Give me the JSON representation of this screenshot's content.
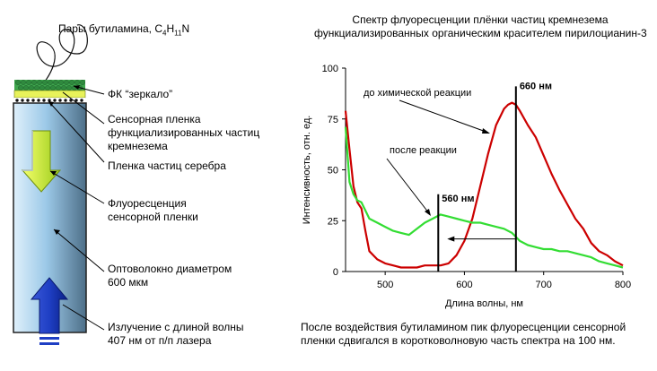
{
  "left_panel": {
    "vapor_label_prefix": "Пары бутиламина,  C",
    "vapor_sub1": "4",
    "vapor_mid": "H",
    "vapor_sub2": "11",
    "vapor_suffix": "N",
    "mirror_label": "ФК “зеркало”",
    "sensor_film_label": [
      "Сенсорная пленка",
      "функциализированных  частиц",
      "кремнезема"
    ],
    "silver_label": "Пленка частиц серебра",
    "fluorescence_label": [
      "Флуоресценция",
      "сенсорной пленки"
    ],
    "fiber_label": [
      "Оптоволокно диаметром",
      "600 мкм"
    ],
    "laser_label": [
      "Излучение с длиной волны",
      "407 нм от п/п лазера"
    ]
  },
  "chart_data": {
    "type": "line",
    "title": [
      "Спектр флуоресценции  плёнки частиц кремнезема",
      "функциализированных  органическим  красителем пирилоцианин-3"
    ],
    "xlabel": "Длина волны, нм",
    "ylabel": "Интенсивность,  отн. ед.",
    "xlim": [
      450,
      800
    ],
    "ylim": [
      0,
      100
    ],
    "x_ticks": [
      "500",
      "600",
      "700",
      "800"
    ],
    "y_ticks": [
      "0",
      "25",
      "50",
      "75",
      "100"
    ],
    "series": [
      {
        "color": "#cc0000",
        "x": [
          450,
          455,
          460,
          465,
          470,
          475,
          480,
          490,
          500,
          510,
          520,
          530,
          540,
          550,
          560,
          570,
          580,
          590,
          600,
          610,
          620,
          630,
          640,
          650,
          655,
          660,
          665,
          670,
          680,
          690,
          700,
          710,
          720,
          730,
          740,
          750,
          760,
          770,
          780,
          790,
          800
        ],
        "y": [
          79,
          60,
          42,
          34,
          31,
          20,
          10,
          6,
          4,
          3,
          2,
          2,
          2,
          3,
          3,
          3,
          4,
          8,
          15,
          26,
          42,
          58,
          72,
          80,
          82,
          83,
          82,
          79,
          72,
          66,
          57,
          48,
          40,
          33,
          26,
          21,
          14,
          10,
          8,
          5,
          3
        ]
      },
      {
        "color": "#33dd33",
        "x": [
          450,
          455,
          460,
          465,
          470,
          475,
          480,
          490,
          500,
          510,
          520,
          530,
          540,
          550,
          560,
          570,
          580,
          590,
          600,
          610,
          620,
          630,
          640,
          650,
          660,
          670,
          680,
          690,
          700,
          710,
          720,
          730,
          740,
          750,
          760,
          770,
          780,
          790,
          800
        ],
        "y": [
          71,
          44,
          38,
          35,
          34,
          30,
          26,
          24,
          22,
          20,
          19,
          18,
          21,
          24,
          26,
          28,
          27,
          26,
          25,
          24,
          24,
          23,
          22,
          21,
          19,
          15,
          13,
          12,
          11,
          11,
          10,
          10,
          9,
          8,
          7,
          5,
          4,
          3,
          2
        ]
      }
    ],
    "annotations": {
      "before_reaction": "до химической реакции",
      "after_reaction": "после реакции",
      "peak_before": "660 нм",
      "peak_after": "560 нм"
    },
    "peak_lines_x": [
      567,
      665
    ],
    "caption": [
      "После  воздействия  бутиламином  пик флуоресценции  сенсорной",
      "пленки сдвигался в коротковолновую часть спектра на 100 нм."
    ]
  }
}
